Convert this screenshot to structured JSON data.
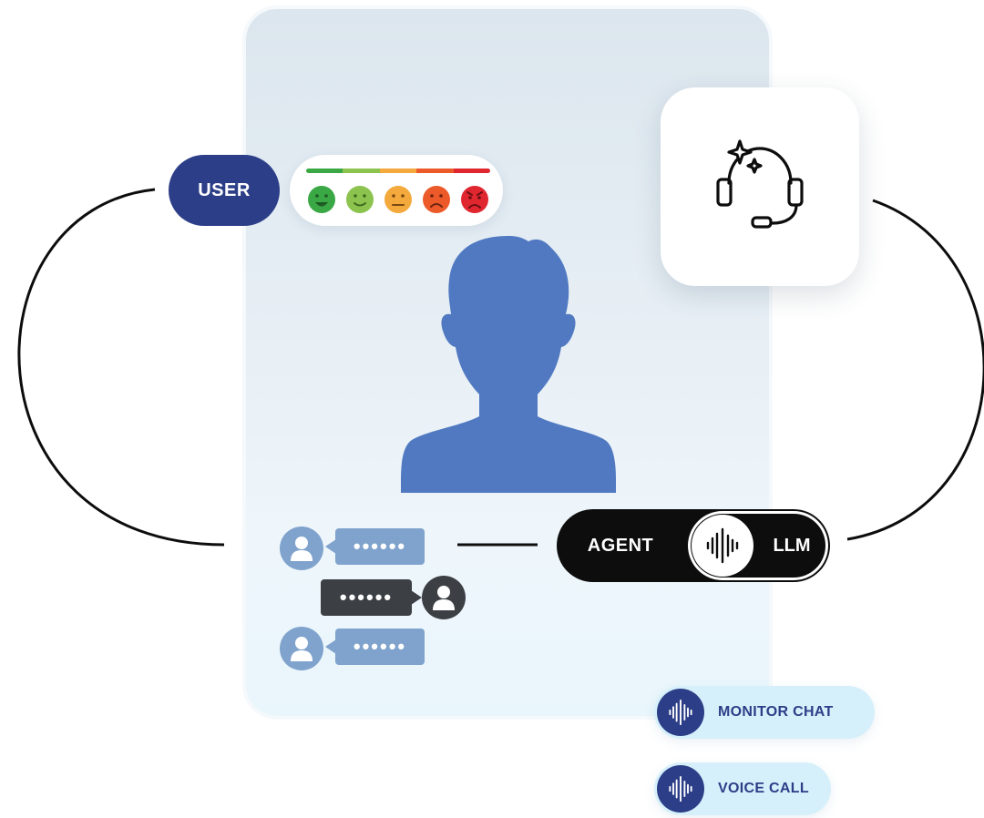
{
  "diagram": {
    "user_label": "USER",
    "agent_label": "AGENT",
    "llm_label": "LLM",
    "chat_bubble_text": "••••••",
    "actions": [
      {
        "label": "MONITOR CHAT",
        "icon": "sound-wave-icon"
      },
      {
        "label": "VOICE CALL",
        "icon": "sound-wave-icon"
      }
    ],
    "sentiment_scale": {
      "icons": [
        "very-happy-face-icon",
        "happy-face-icon",
        "neutral-face-icon",
        "sad-face-icon",
        "angry-face-icon"
      ],
      "colors": [
        "#39a845",
        "#8cc34f",
        "#f3a93b",
        "#ec5a2a",
        "#e0262f"
      ]
    },
    "colors": {
      "navy": "#2c3e87",
      "avatar_blue": "#5079c2",
      "chat_light": "#7fa3cc",
      "chat_dark": "#3c3f44",
      "action_bg": "#d6f0fb"
    }
  }
}
